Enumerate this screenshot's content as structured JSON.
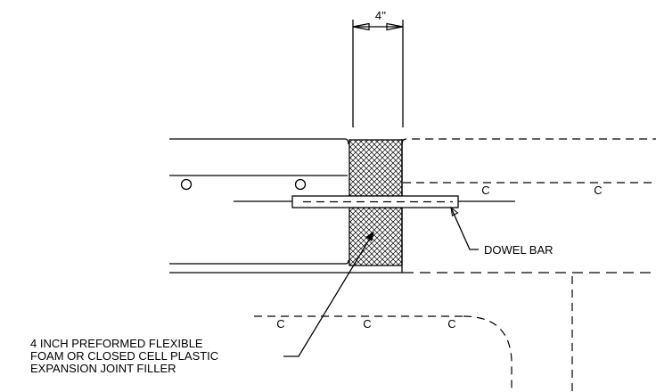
{
  "dimension": {
    "label": "4''"
  },
  "labels": {
    "dowel_bar": "DOWEL BAR",
    "filler_line1": "4 INCH PREFORMED FLEXIBLE",
    "filler_line2": "FOAM OR CLOSED CELL PLASTIC",
    "filler_line3": "EXPANSION JOINT FILLER"
  },
  "colors": {
    "line": "#000000",
    "background": "#ffffff"
  }
}
